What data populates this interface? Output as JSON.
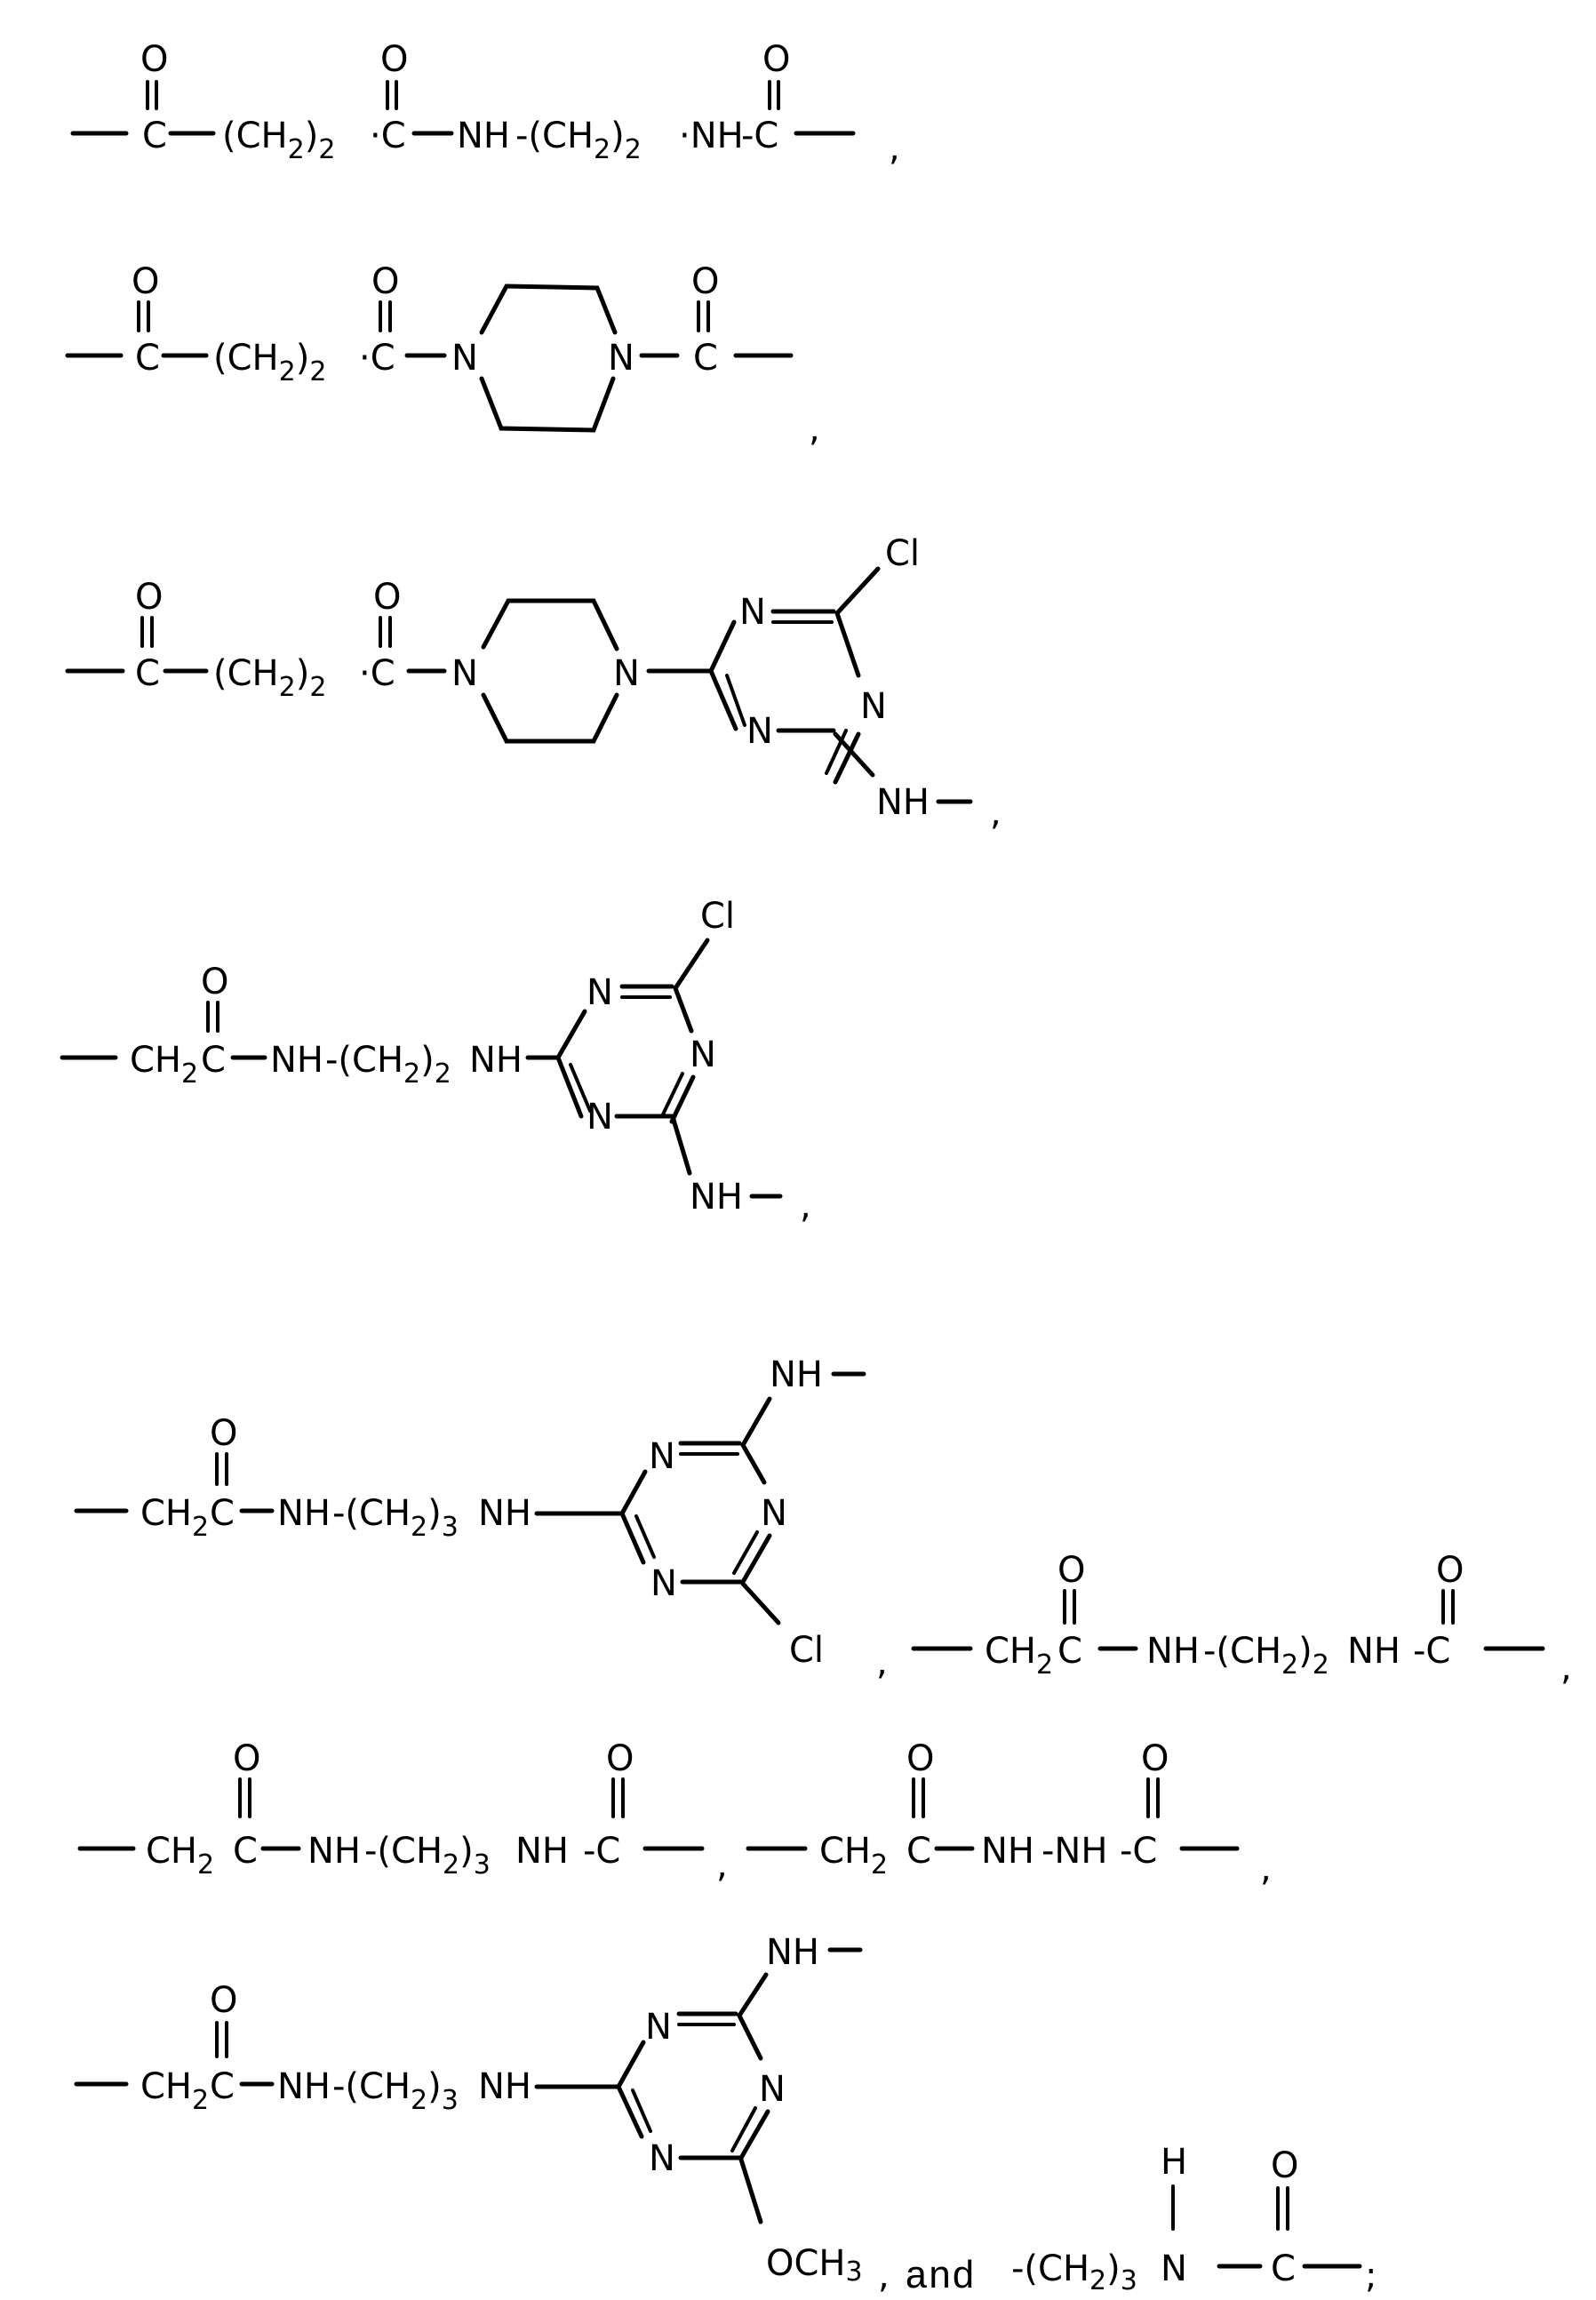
{
  "document": {
    "type": "patent chemical structure listing",
    "background": "#ffffff",
    "ink": "#000000"
  },
  "structures": [
    {
      "id": 1,
      "formula": "—C(=O)—(CH2)2·C(=O)—NH-(CH2)2·NH-C(=O)—",
      "labels": {
        "o1": "O",
        "c1": "C",
        "ch2": "(CH",
        "sub2a": "2",
        "close": ")",
        "sub2b": "2",
        "c2": "·C",
        "o2": "O",
        "nh1": "NH",
        "ch2b": "-(CH",
        "sub2c": "2",
        "closeb": ")",
        "sub2d": "2",
        "nh2": "·NH",
        "c3": "-C",
        "o3": "O",
        "sep": ","
      }
    },
    {
      "id": 2,
      "formula": "—C(=O)—(CH2)2·C(=O)—N<piperazine>N—C(=O)—",
      "labels": {
        "o1": "O",
        "c1": "C",
        "ch2": "(CH",
        "sub2a": "2",
        "close": ")",
        "sub2b": "2",
        "c2": "·C",
        "o2": "O",
        "n1": "N",
        "n2": "N",
        "c3": "C",
        "o3": "O",
        "sep": ","
      }
    },
    {
      "id": 3,
      "formula": "—C(=O)—(CH2)2·C(=O)—N<piperazine>N—triazine(Cl)(NH—)",
      "labels": {
        "o1": "O",
        "c1": "C",
        "ch2": "(CH",
        "sub2a": "2",
        "close": ")",
        "sub2b": "2",
        "c2": "·C",
        "o2": "O",
        "n1": "N",
        "n2": "N",
        "tn1": "N",
        "tn2": "N",
        "tn3": "N",
        "cl": "Cl",
        "nh": "NH",
        "sep": ","
      }
    },
    {
      "id": 4,
      "formula": "—CH2C(=O)—NH-(CH2)2NH—triazine(Cl)(NH—)",
      "labels": {
        "ch2": "CH",
        "sub2a": "2",
        "c1": "C",
        "o1": "O",
        "nh1": "NH",
        "ch2b": "-(CH",
        "sub2b": "2",
        "closeb": ")",
        "sub2c": "2",
        "nh2": "NH",
        "tn1": "N",
        "tn2": "N",
        "tn3": "N",
        "cl": "Cl",
        "nh": "NH",
        "sep": ","
      }
    },
    {
      "id": 5,
      "formula": "—CH2C(=O)—NH-(CH2)3NH—triazine(NH—)(Cl)",
      "labels": {
        "ch2": "CH",
        "sub2a": "2",
        "c1": "C",
        "o1": "O",
        "nh1": "NH",
        "ch2b": "-(CH",
        "sub2b": "2",
        "closeb": ")",
        "sub3": "3",
        "nh2": "NH",
        "tn1": "N",
        "tn2": "N",
        "tn3": "N",
        "nhtop": "NH",
        "cl": "Cl",
        "sep": ","
      }
    },
    {
      "id": 6,
      "formula": "—CH2C(=O)—NH-(CH2)2NH-C(=O)—",
      "labels": {
        "ch2": "CH",
        "sub2a": "2",
        "c1": "C",
        "o1": "O",
        "nh1": "NH",
        "ch2b": "-(CH",
        "sub2b": "2",
        "closeb": ")",
        "sub2c": "2",
        "nh2": "NH",
        "c2": "-C",
        "o2": "O",
        "sep": ","
      }
    },
    {
      "id": 7,
      "formula": "—CH2C(=O)—NH-(CH2)3NH-C(=O)—",
      "labels": {
        "ch2": "CH",
        "sub2a": "2",
        "c1": "C",
        "o1": "O",
        "nh1": "NH",
        "ch2b": "-(CH",
        "sub2b": "2",
        "closeb": ")",
        "sub3": "3",
        "nh2": "NH",
        "c2": "-C",
        "o2": "O",
        "sep": ","
      }
    },
    {
      "id": 8,
      "formula": "—CH2C(=O)—NH-NH-C(=O)—",
      "labels": {
        "ch2": "CH",
        "sub2a": "2",
        "c1": "C",
        "o1": "O",
        "nh1": "NH",
        "nh2": "-NH",
        "c2": "-C",
        "o2": "O",
        "sep": ","
      }
    },
    {
      "id": 9,
      "formula": "—CH2C(=O)—NH-(CH2)3NH—triazine(NH—)(OCH3)",
      "labels": {
        "ch2": "CH",
        "sub2a": "2",
        "c1": "C",
        "o1": "O",
        "nh1": "NH",
        "ch2b": "-(CH",
        "sub2b": "2",
        "closeb": ")",
        "sub3": "3",
        "nh2": "NH",
        "tn1": "N",
        "tn2": "N",
        "tn3": "N",
        "nhtop": "NH",
        "och3": "OCH",
        "och3sub": "3",
        "sep": ","
      }
    },
    {
      "id": 10,
      "formula": "-(CH2)3N(H)—C(=O)—",
      "labels": {
        "conj": "and",
        "ch2": "-(CH",
        "sub2a": "2",
        "closeb": ")",
        "sub3": "3",
        "n": "N",
        "h": "H",
        "c": "C",
        "o": "O",
        "terminator": ";"
      }
    }
  ]
}
